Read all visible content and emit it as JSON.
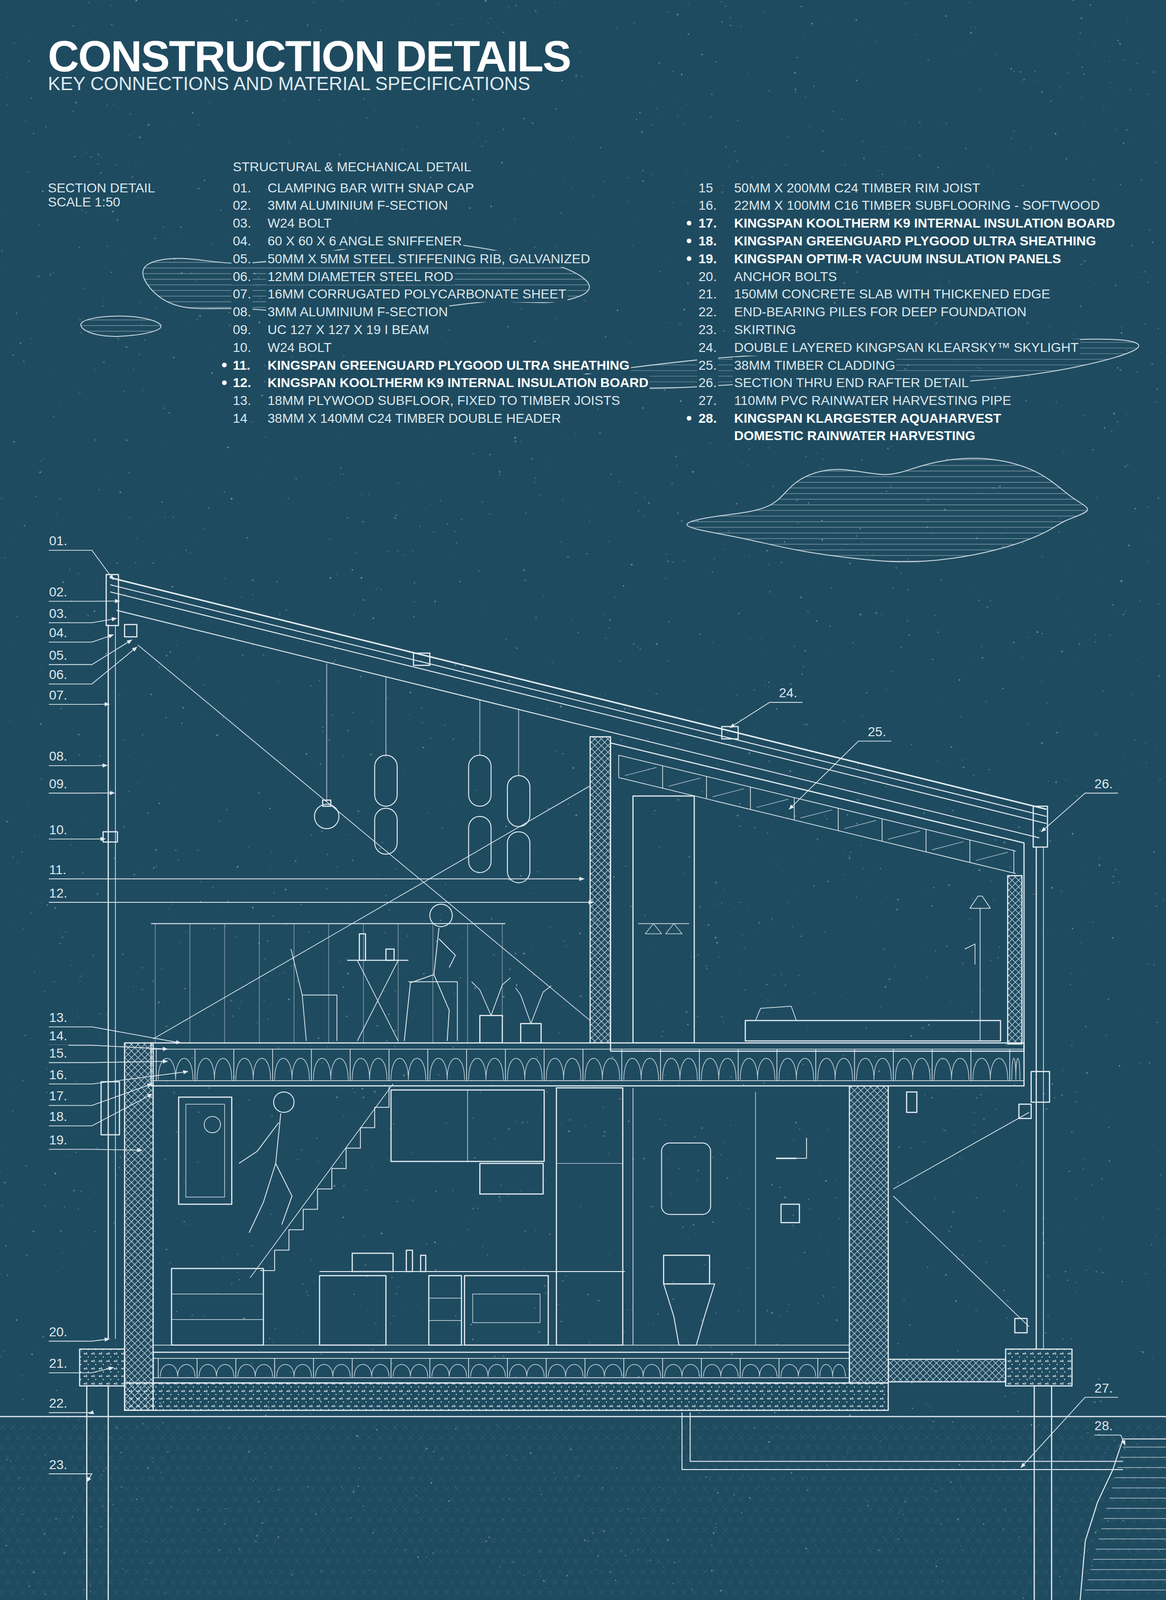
{
  "diagram": {
    "title": "CONSTRUCTION DETAILS",
    "labels": [
      "KEY CONNECTIONS AND MATERIAL SPECIFICATIONS",
      "SECTION DETAIL",
      "SCALE 1:50",
      "STRUCTURAL & MECHANICAL DETAIL",
      "01.",
      "CLAMPING BAR WITH SNAP CAP",
      "02.",
      "3MM ALUMINIUM F-SECTION",
      "03.",
      "W24 BOLT",
      "04.",
      "60 X 60 X 6 ANGLE SNIFFENER",
      "05.",
      "50MM X 5MM STEEL STIFFENING RIB, GALVANIZED",
      "06.",
      "12MM DIAMETER STEEL ROD",
      "07.",
      "16MM CORRUGATED POLYCARBONATE SHEET",
      "08.",
      "3MM ALUMINIUM F-SECTION",
      "09.",
      "UC 127 X 127 X 19 I BEAM",
      "10.",
      "W24 BOLT",
      "11.",
      "KINGSPAN GREENGUARD PLYGOOD ULTRA SHEATHING",
      "12.",
      "KINGSPAN KOOLTHERM K9 INTERNAL INSULATION BOARD",
      "13.",
      "18MM PLYWOOD SUBFLOOR, FIXED TO TIMBER JOISTS",
      "14",
      "38MM X 140MM C24 TIMBER DOUBLE HEADER",
      "15",
      "50MM X 200MM C24 TIMBER RIM JOIST",
      "16.",
      "22MM X 100MM C16 TIMBER SUBFLOORING - SOFTWOOD",
      "17.",
      "KINGSPAN KOOLTHERM K9 INTERNAL INSULATION BOARD",
      "18.",
      "KINGSPAN GREENGUARD PLYGOOD ULTRA SHEATHING",
      "19.",
      "KINGSPAN OPTIM-R VACUUM INSULATION PANELS",
      "20.",
      "ANCHOR BOLTS",
      "21.",
      "150MM CONCRETE SLAB WITH THICKENED EDGE",
      "22.",
      "END-BEARING PILES FOR DEEP FOUNDATION",
      "23.",
      "SKIRTING",
      "24.",
      "DOUBLE LAYERED KINGPSAN KLEARSKY™ SKYLIGHT",
      "25.",
      "38MM TIMBER CLADDING",
      "26.",
      "SECTION THRU END RAFTER DETAIL",
      "27.",
      "110MM PVC RAINWATER HARVESTING PIPE",
      "28.",
      "KINGSPAN KLARGESTER AQUAHARVEST DOMESTIC RAINWATER HARVESTING",
      "01.",
      "02.",
      "03.",
      "04.",
      "05.",
      "06.",
      "07.",
      "08.",
      "09.",
      "10.",
      "11.",
      "12.",
      "13.",
      "14.",
      "15.",
      "16.",
      "17.",
      "18.",
      "19.",
      "20.",
      "21.",
      "22.",
      "23.",
      "24.",
      "25.",
      "26.",
      "27.",
      "28."
    ]
  }
}
